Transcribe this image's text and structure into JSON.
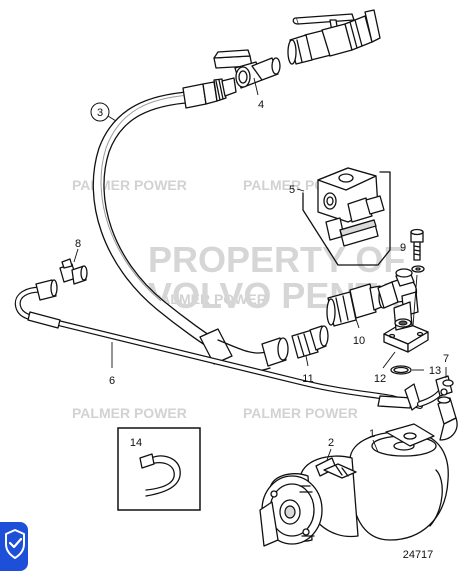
{
  "diagram": {
    "part_labels": [
      "1",
      "2",
      "3",
      "4",
      "5",
      "6",
      "7",
      "8",
      "9",
      "10",
      "11",
      "12",
      "13",
      "14"
    ],
    "drawing_number": "24717",
    "watermarks": {
      "dealer": "PALMER POWER",
      "property_line1": "PROPERTY OF",
      "property_line2": "VOLVO PENTA"
    }
  },
  "colors": {
    "ink": "#111111",
    "watermark": "#d4d4d4",
    "badge": "#1d4fd8"
  },
  "icons": [
    "shield-check-icon"
  ]
}
